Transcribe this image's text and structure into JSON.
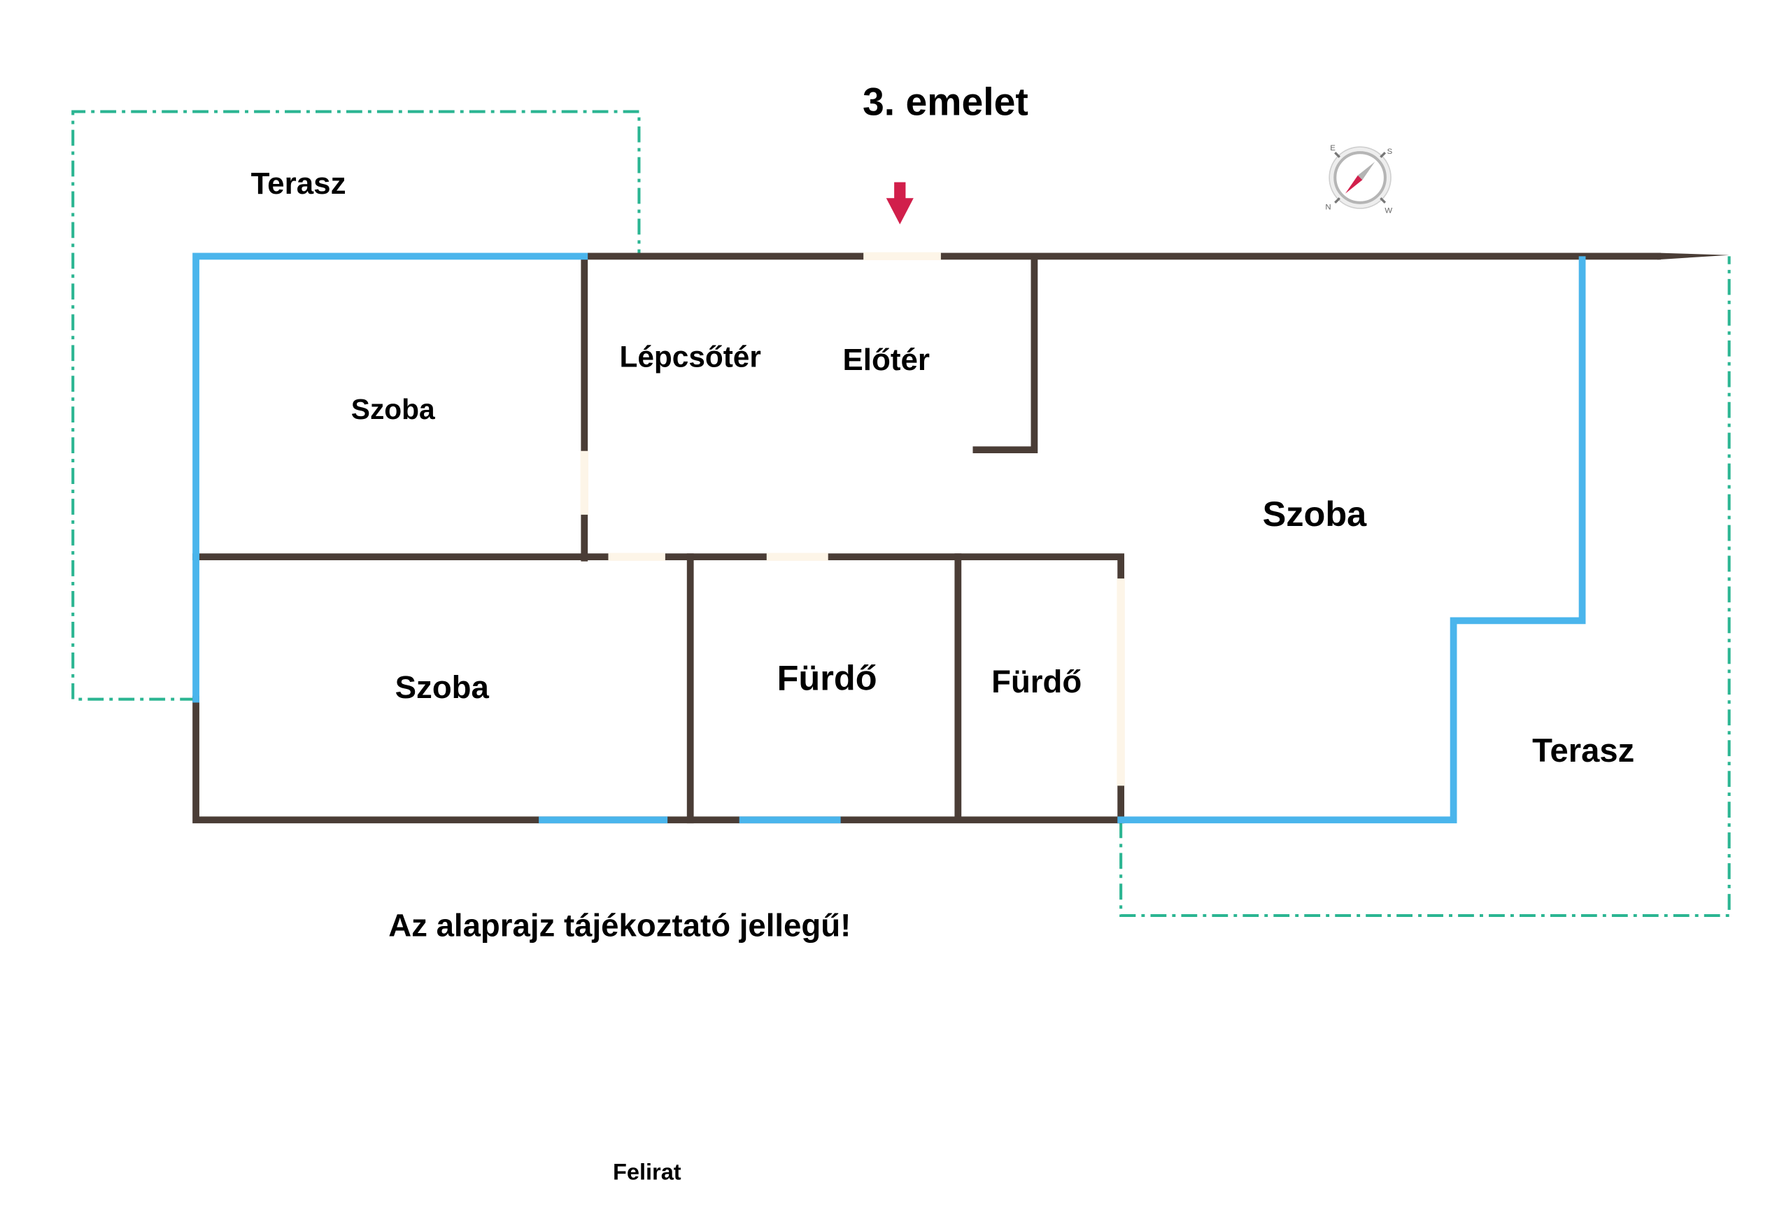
{
  "title": "3. emelet",
  "rooms": {
    "terrace_top_left": "Terasz",
    "room_top_left": "Szoba",
    "staircase": "Lépcsőtér",
    "hall": "Előtér",
    "room_large": "Szoba",
    "room_bottom_left": "Szoba",
    "bath_1": "Fürdő",
    "bath_2": "Fürdő",
    "terrace_right": "Terasz"
  },
  "disclaimer": "Az alaprajz tájékoztató jellegű!",
  "caption": "Felirat",
  "icons": {
    "entrance": "entrance-arrow-icon",
    "compass": "compass-icon"
  },
  "compass_letters": {
    "n": "N",
    "e": "E",
    "s": "S",
    "w": "W"
  },
  "colors": {
    "wall": "#4a3d36",
    "window": "#4ab5ec",
    "door_opening": "#fdf5e8",
    "terrace_outline": "#2bb592",
    "entrance_arrow": "#d11f4b"
  }
}
